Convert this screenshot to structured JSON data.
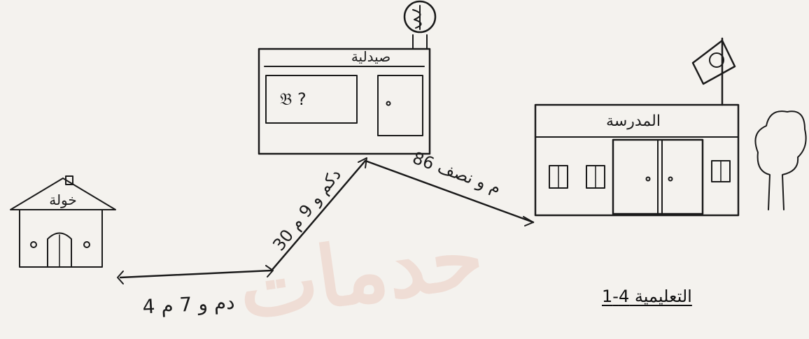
{
  "labels": {
    "house": "خولة",
    "pharmacy": "صيدلية",
    "school": "المدرسة",
    "segment_home_to_turn": "4 دم و 7 م",
    "segment_turn_to_pharmacy": "30 دكم و 9 م",
    "segment_pharmacy_to_school": "86 م و نصف",
    "caption": "التعليمية 4-1"
  },
  "watermark": "حدمات",
  "colors": {
    "ink": "#1a1a1a",
    "paper": "#f4f2ee",
    "watermark": "#e7b9a8"
  },
  "icons": {
    "pharmacy_sign": "caduceus-icon",
    "school_flag": "flag-icon",
    "tree": "tree-icon"
  }
}
